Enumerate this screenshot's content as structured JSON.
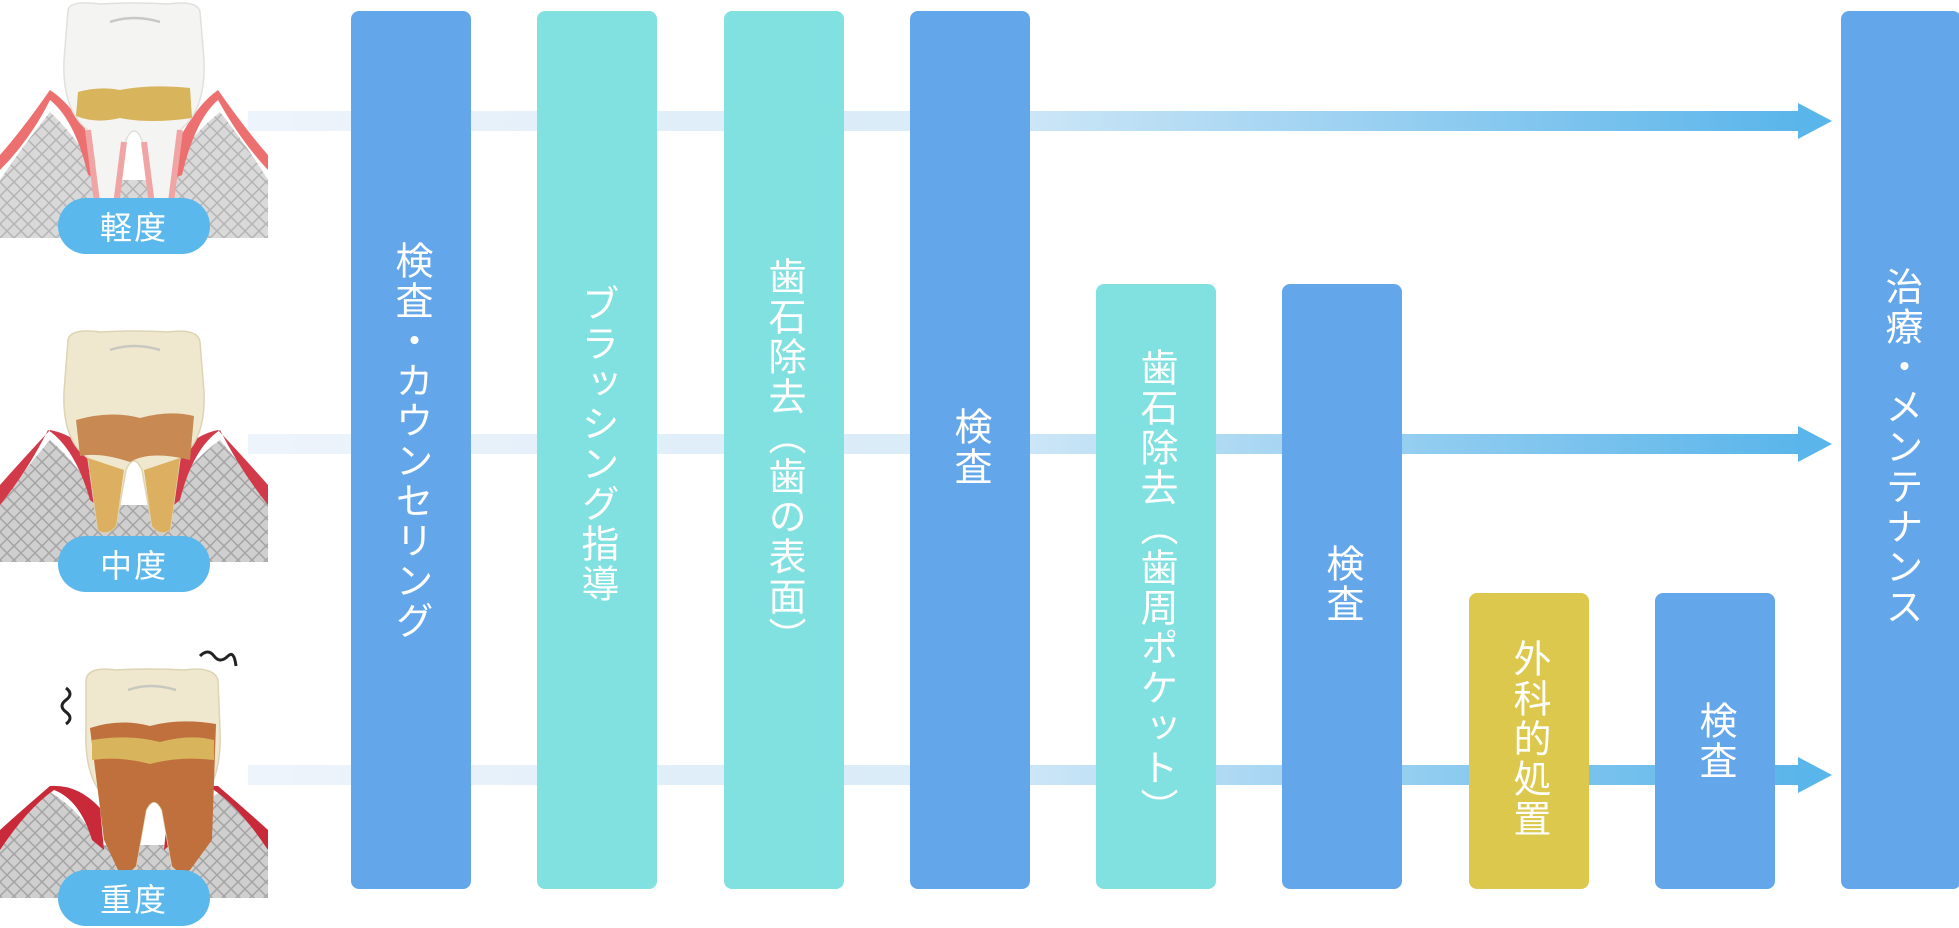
{
  "severity": {
    "mild": "軽度",
    "moderate": "中度",
    "severe": "重度"
  },
  "steps": {
    "counseling": "検査・カウンセリング",
    "brushing": "ブラッシング指導",
    "scaling_surface": "歯石除去（歯の表面）",
    "exam_1": "検査",
    "scaling_pocket": "歯石除去（歯周ポケット）",
    "exam_2": "検査",
    "surgery": "外科的処置",
    "exam_3": "検査",
    "maintenance": "治療・メンテナンス"
  },
  "colors": {
    "step_blue": "#64a6ea",
    "step_teal": "#81e0e0",
    "step_gold": "#dcc84c",
    "badge": "#5ab8ec",
    "arrow_end": "#5ab5ea",
    "arrow_start": "#eef4fb"
  }
}
